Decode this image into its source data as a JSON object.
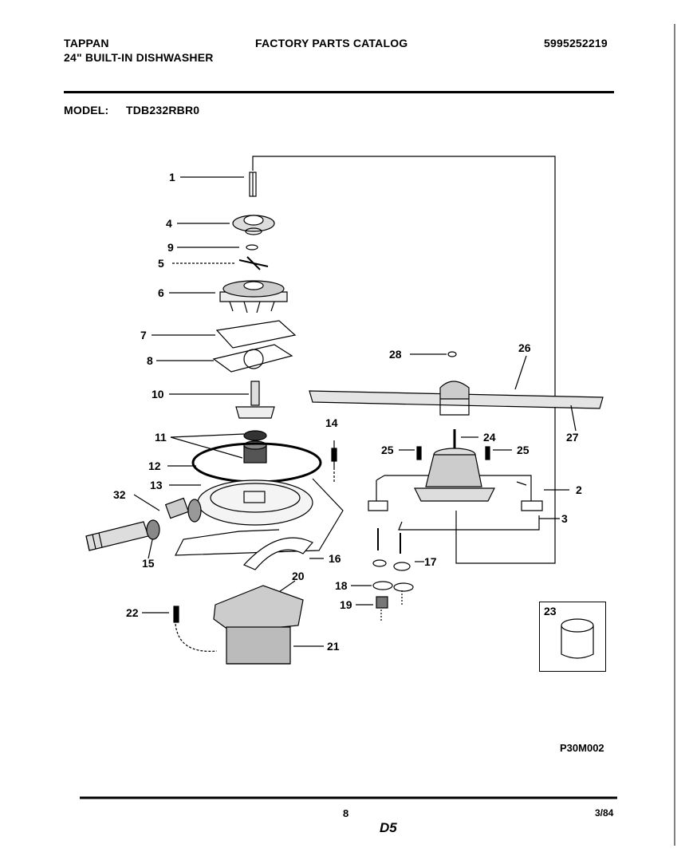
{
  "header": {
    "brand": "TAPPAN",
    "product": "24\" BUILT-IN DISHWASHER",
    "catalog_title": "FACTORY PARTS CATALOG",
    "catalog_number": "5995252219",
    "model_label": "MODEL:",
    "model_value": "TDB232RBR0"
  },
  "diagram": {
    "callouts": [
      "1",
      "4",
      "9",
      "5",
      "6",
      "7",
      "8",
      "10",
      "11",
      "12",
      "13",
      "32",
      "15",
      "14",
      "28",
      "26",
      "24",
      "25",
      "25",
      "2",
      "27",
      "3",
      "17",
      "18",
      "19",
      "16",
      "20",
      "22",
      "21",
      "23"
    ],
    "figure_code": "P30M002"
  },
  "footer": {
    "page_number": "8",
    "section": "D5",
    "date": "3/84"
  }
}
